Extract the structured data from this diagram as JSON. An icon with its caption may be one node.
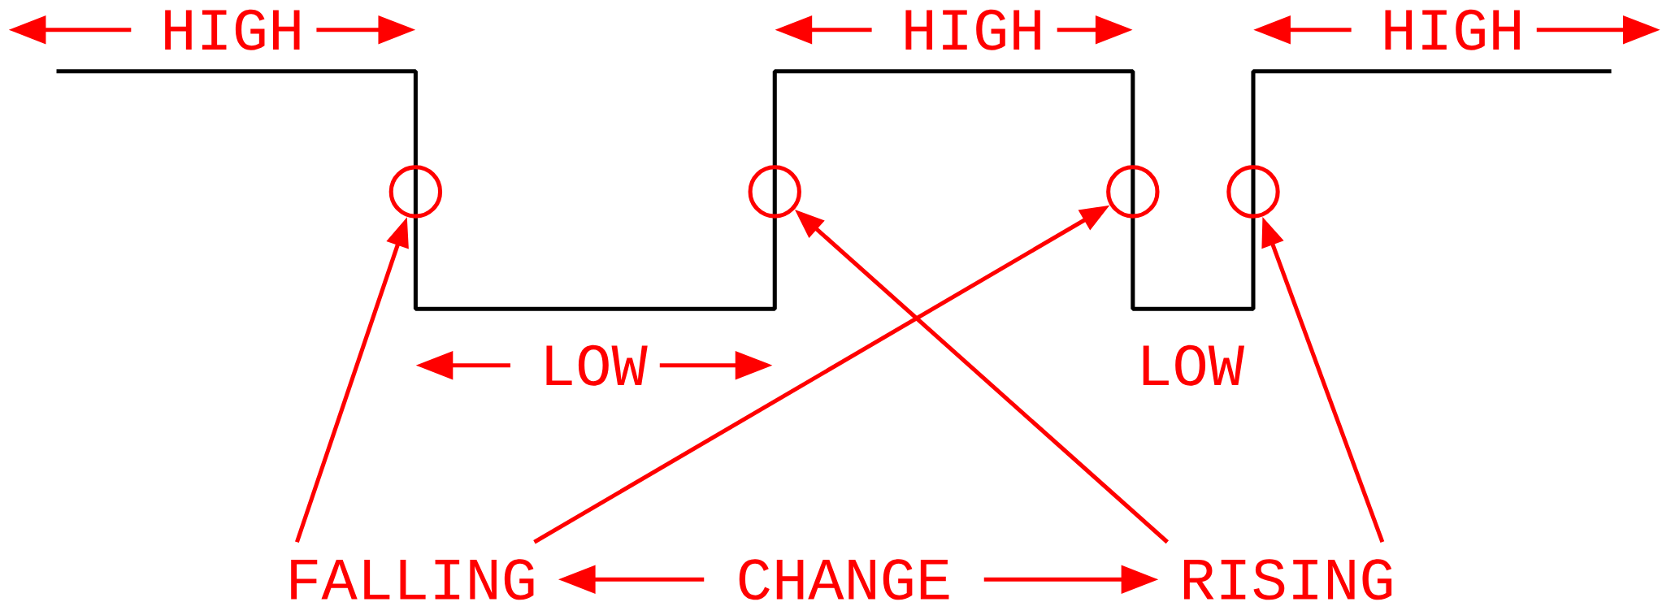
{
  "diagram": {
    "nodes": [
      {
        "text": [],
        "shape": "circle"
      },
      {
        "text": [],
        "shape": "circle"
      },
      {
        "text": [],
        "shape": "circle"
      },
      {
        "text": [],
        "shape": "circle"
      },
      {
        "text": [
          "FALLING"
        ]
      },
      {
        "text": [
          "CHANGE"
        ]
      },
      {
        "text": [
          "RISING"
        ]
      }
    ],
    "edges": [
      {
        "from": 4,
        "to": 0,
        "arrow": "to"
      },
      {
        "from": 4,
        "to": 2,
        "arrow": "to"
      },
      {
        "from": 6,
        "to": 1,
        "arrow": "to"
      },
      {
        "from": 6,
        "to": 3,
        "arrow": "to"
      },
      {
        "from": 5,
        "to": 4,
        "arrow": "to"
      },
      {
        "from": 5,
        "to": 6,
        "arrow": "to"
      }
    ],
    "labels": [
      "HIGH",
      "HIGH",
      "HIGH",
      "LOW",
      "LOW"
    ]
  }
}
